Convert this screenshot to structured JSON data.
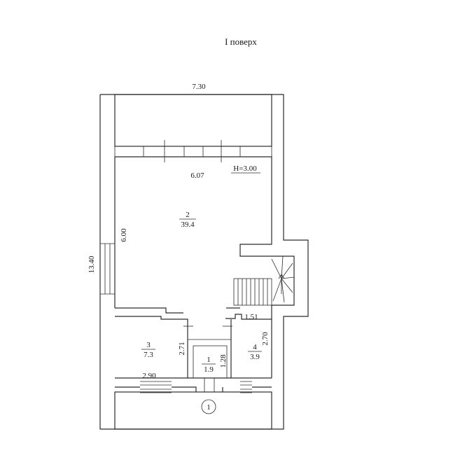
{
  "title": "I поверх",
  "dimensions": {
    "overall_width": "7.30",
    "overall_length": "13.40",
    "hall_width": "6.07",
    "hall_depth": "6.00",
    "ceiling_height": "H=3.00",
    "room3_width": "2.90",
    "room3_depth": "2.71",
    "room1_depth": "1.28",
    "room4_width": "1.51",
    "room4_depth": "2.70"
  },
  "rooms": [
    {
      "number": "1",
      "area": "1.9"
    },
    {
      "number": "2",
      "area": "39.4"
    },
    {
      "number": "3",
      "area": "7.3"
    },
    {
      "number": "4",
      "area": "3.9"
    }
  ],
  "entrance_marker": "1"
}
